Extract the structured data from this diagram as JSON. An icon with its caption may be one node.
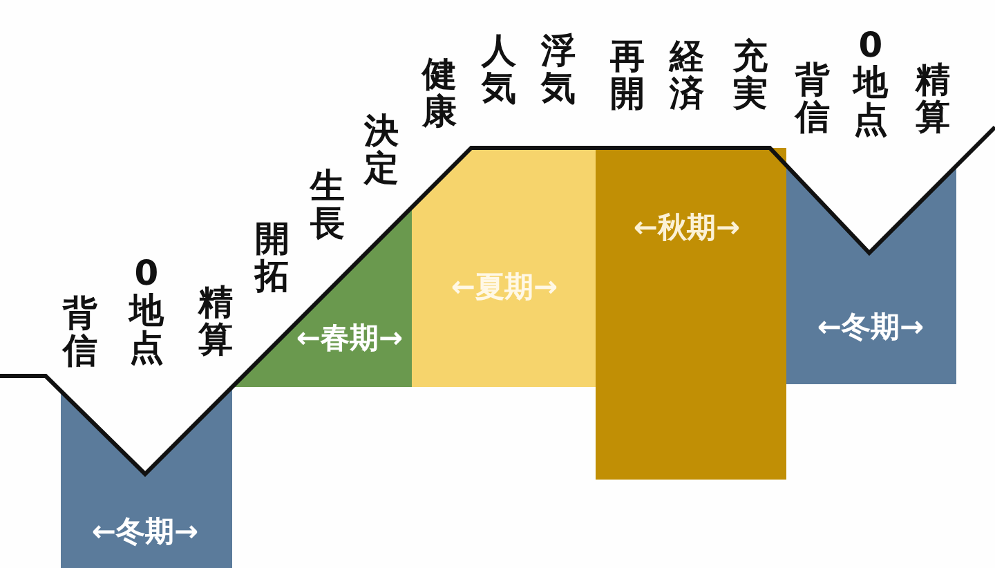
{
  "diagram": {
    "nodes": [
      {
        "text": [
          "←冬期→"
        ]
      },
      {
        "text": [
          "←春期→"
        ]
      },
      {
        "text": [
          "←夏期→"
        ]
      },
      {
        "text": [
          "←秋期→"
        ]
      },
      {
        "text": [
          "←冬期→"
        ]
      }
    ],
    "labels": [
      "背信",
      "0地点",
      "精算",
      "開拓",
      "生長",
      "決定",
      "健康",
      "人気",
      "浮気",
      "再開",
      "経済",
      "充実",
      "背信",
      "0地点",
      "精算"
    ]
  }
}
